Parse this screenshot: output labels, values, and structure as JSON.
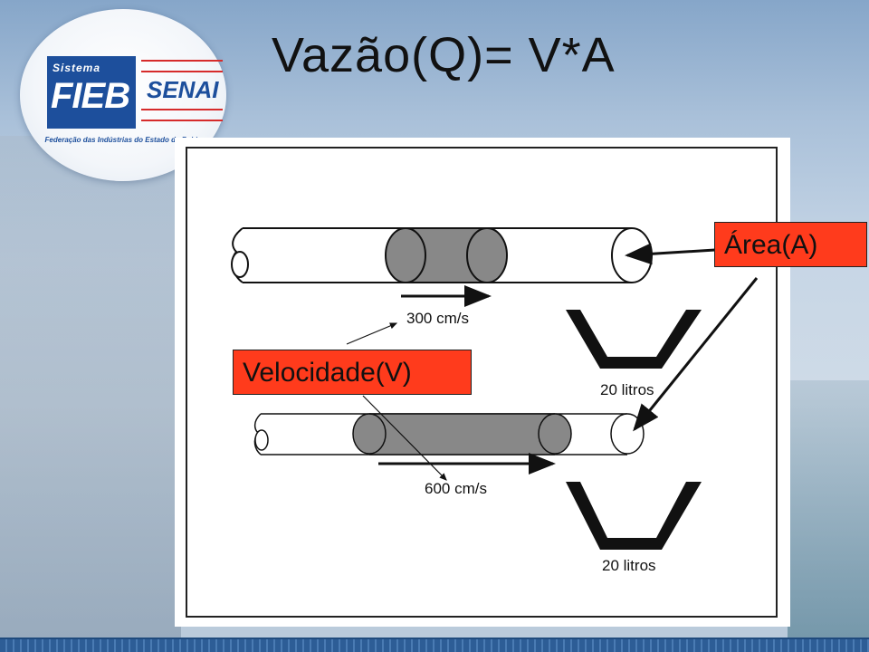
{
  "slide": {
    "title": "Vazão(Q)= V*A"
  },
  "logo": {
    "sistema": "Sistema",
    "fieb": "FIEB",
    "senai": "SENAI",
    "caption": "Federação das Indústrias do Estado da Bahia"
  },
  "diagram": {
    "top_speed": "300 cm/s",
    "bottom_speed": "600 cm/s",
    "top_volume": "20 litros",
    "bottom_volume": "20 litros"
  },
  "labels": {
    "area": "Área(A)",
    "velocidade": "Velocidade(V)"
  },
  "colors": {
    "label_fill": "#ff3b1c",
    "slug_fill": "#888888",
    "logo_blue": "#1d4f9c"
  }
}
